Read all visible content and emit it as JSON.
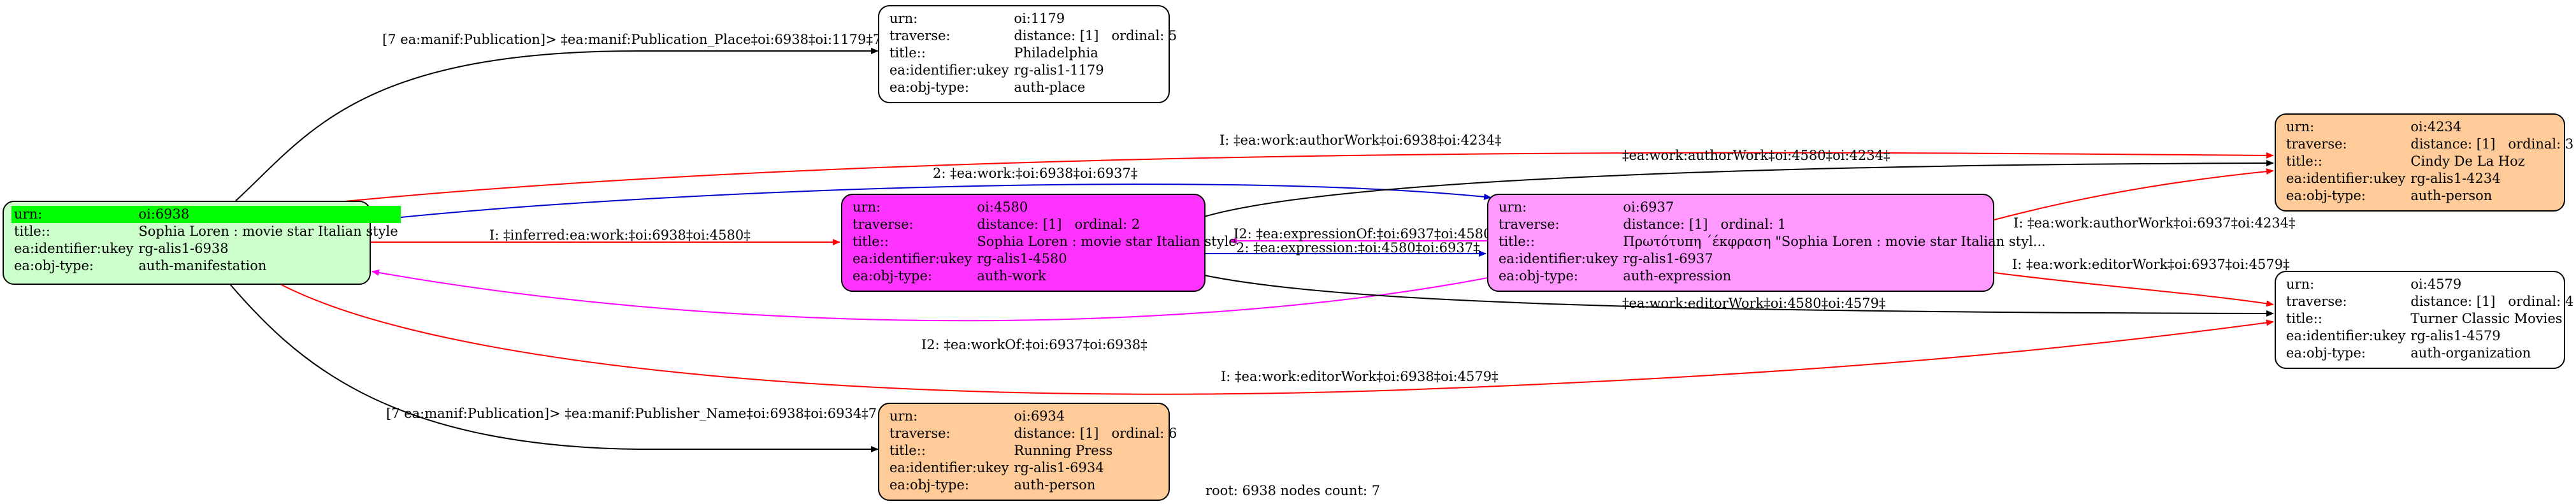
{
  "nodes": {
    "n6938": {
      "fill": "#ccffcc",
      "rows": [
        {
          "k": "urn:",
          "v": "oi:6938"
        },
        {
          "k": "title::",
          "v": "Sophia Loren : movie star Italian style"
        },
        {
          "k": "ea:identifier:ukey",
          "v": "rg-alis1-6938"
        },
        {
          "k": "ea:obj-type:",
          "v": "auth-manifestation"
        }
      ]
    },
    "n1179": {
      "fill": "#ffffff",
      "rows": [
        {
          "k": "urn:",
          "v": "oi:1179"
        },
        {
          "k": "traverse:",
          "v": "distance: [1]",
          "v2": "ordinal: 5"
        },
        {
          "k": "title::",
          "v": "Philadelphia"
        },
        {
          "k": "ea:identifier:ukey",
          "v": "rg-alis1-1179"
        },
        {
          "k": "ea:obj-type:",
          "v": "auth-place"
        }
      ]
    },
    "n4580": {
      "fill": "#ff33ff",
      "rows": [
        {
          "k": "urn:",
          "v": "oi:4580"
        },
        {
          "k": "traverse:",
          "v": "distance: [1]",
          "v2": "ordinal: 2"
        },
        {
          "k": "title::",
          "v": "Sophia Loren : movie star Italian style"
        },
        {
          "k": "ea:identifier:ukey",
          "v": "rg-alis1-4580"
        },
        {
          "k": "ea:obj-type:",
          "v": "auth-work"
        }
      ]
    },
    "n6937": {
      "fill": "#ff99ff",
      "rows": [
        {
          "k": "urn:",
          "v": "oi:6937"
        },
        {
          "k": "traverse:",
          "v": "distance: [1]",
          "v2": "ordinal: 1"
        },
        {
          "k": "title::",
          "v": "Πρωτότυπη ΄έκφραση \"Sophia Loren : movie star Italian styl..."
        },
        {
          "k": "ea:identifier:ukey",
          "v": "rg-alis1-6937"
        },
        {
          "k": "ea:obj-type:",
          "v": "auth-expression"
        }
      ]
    },
    "n4234": {
      "fill": "#ffcc99",
      "rows": [
        {
          "k": "urn:",
          "v": "oi:4234"
        },
        {
          "k": "traverse:",
          "v": "distance: [1]",
          "v2": "ordinal: 3"
        },
        {
          "k": "title::",
          "v": "Cindy De La Hoz"
        },
        {
          "k": "ea:identifier:ukey",
          "v": "rg-alis1-4234"
        },
        {
          "k": "ea:obj-type:",
          "v": "auth-person"
        }
      ]
    },
    "n4579": {
      "fill": "#ffffff",
      "rows": [
        {
          "k": "urn:",
          "v": "oi:4579"
        },
        {
          "k": "traverse:",
          "v": "distance: [1]",
          "v2": "ordinal: 4"
        },
        {
          "k": "title::",
          "v": "Turner Classic Movies"
        },
        {
          "k": "ea:identifier:ukey",
          "v": "rg-alis1-4579"
        },
        {
          "k": "ea:obj-type:",
          "v": "auth-organization"
        }
      ]
    },
    "n6934": {
      "fill": "#ffcc99",
      "rows": [
        {
          "k": "urn:",
          "v": "oi:6934"
        },
        {
          "k": "traverse:",
          "v": "distance: [1]",
          "v2": "ordinal: 6"
        },
        {
          "k": "title::",
          "v": "Running Press"
        },
        {
          "k": "ea:identifier:ukey",
          "v": "rg-alis1-6934"
        },
        {
          "k": "ea:obj-type:",
          "v": "auth-person"
        }
      ]
    }
  },
  "edges": {
    "e_place": {
      "label": "[7 ea:manif:Publication]> ‡ea:manif:Publication_Place‡oi:6938‡oi:1179‡7",
      "color": "#000000"
    },
    "e_publisher": {
      "label": "[7 ea:manif:Publication]> ‡ea:manif:Publisher_Name‡oi:6938‡oi:6934‡7",
      "color": "#000000"
    },
    "e_inferred": {
      "label": "I: ‡inferred:ea:work:‡oi:6938‡oi:4580‡",
      "color": "#ff0000"
    },
    "e_work2": {
      "label": "2: ‡ea:work:‡oi:6938‡oi:6937‡",
      "color": "#0000cc"
    },
    "e_author6938": {
      "label": "I: ‡ea:work:authorWork‡oi:6938‡oi:4234‡",
      "color": "#ff0000"
    },
    "e_author4580": {
      "label": "‡ea:work:authorWork‡oi:4580‡oi:4234‡",
      "color": "#000000"
    },
    "e_author6937": {
      "label": "I: ‡ea:work:authorWork‡oi:6937‡oi:4234‡",
      "color": "#ff0000"
    },
    "e_exprOf": {
      "label": "I2: ‡ea:expressionOf:‡oi:6937‡oi:4580‡",
      "color": "#ff00ff"
    },
    "e_expr": {
      "label": "2: ‡ea:expression:‡oi:4580‡oi:6937‡",
      "color": "#0000cc"
    },
    "e_workOf": {
      "label": "I2: ‡ea:workOf:‡oi:6937‡oi:6938‡",
      "color": "#ff00ff"
    },
    "e_editor4580": {
      "label": "‡ea:work:editorWork‡oi:4580‡oi:4579‡",
      "color": "#000000"
    },
    "e_editor6937": {
      "label": "I: ‡ea:work:editorWork‡oi:6937‡oi:4579‡",
      "color": "#ff0000"
    },
    "e_editor6938": {
      "label": "I: ‡ea:work:editorWork‡oi:6938‡oi:4579‡",
      "color": "#ff0000"
    }
  },
  "footer": "root: 6938 nodes count: 7"
}
